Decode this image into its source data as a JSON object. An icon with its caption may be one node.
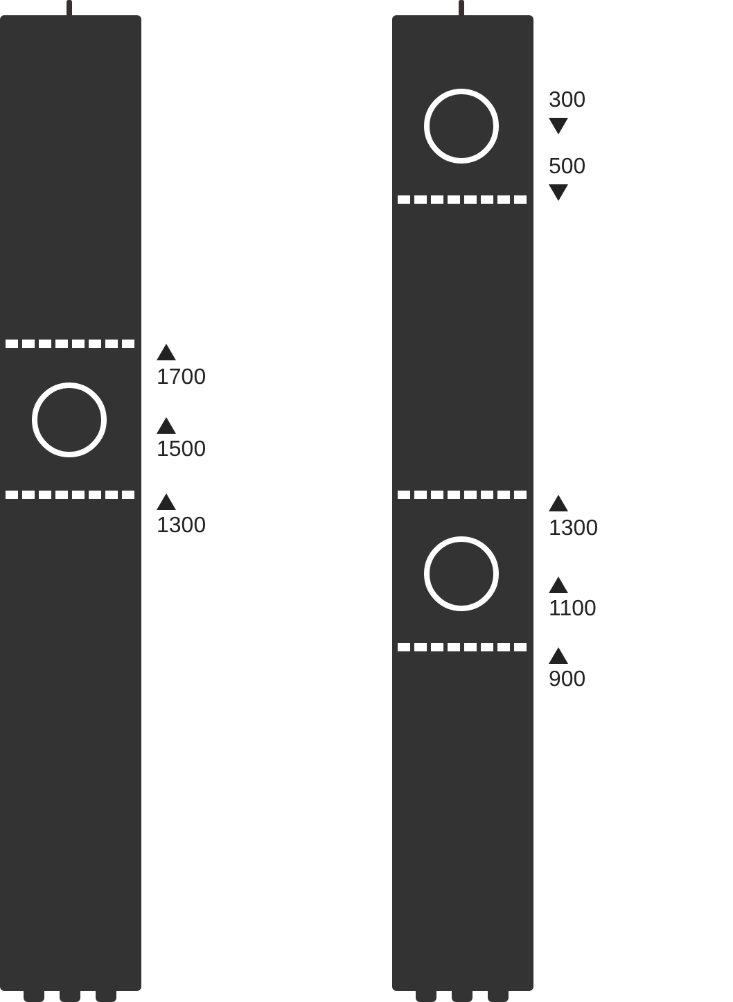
{
  "diagram": {
    "labels": [
      "300",
      "500",
      "1700",
      "1500",
      "1300",
      "1300",
      "1100",
      "900"
    ]
  }
}
